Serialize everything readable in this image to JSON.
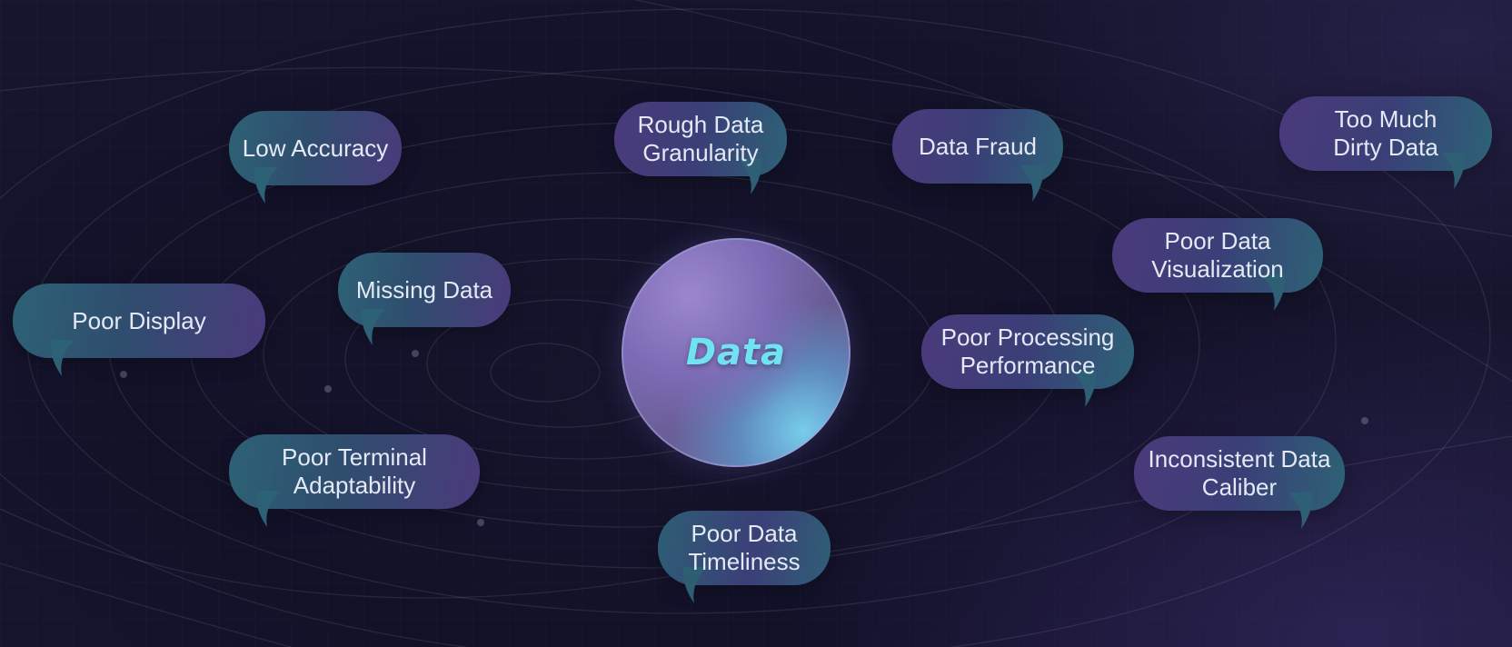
{
  "center": {
    "label": "Data"
  },
  "bubbles": [
    {
      "id": "low-accuracy",
      "label": "Low Accuracy"
    },
    {
      "id": "rough-data-granularity",
      "label": "Rough Data\nGranularity"
    },
    {
      "id": "data-fraud",
      "label": "Data Fraud"
    },
    {
      "id": "too-much-dirty-data",
      "label": "Too Much\nDirty Data"
    },
    {
      "id": "poor-data-visualization",
      "label": "Poor Data\nVisualization"
    },
    {
      "id": "poor-display",
      "label": "Poor Display"
    },
    {
      "id": "missing-data",
      "label": "Missing Data"
    },
    {
      "id": "poor-processing-performance",
      "label": "Poor Processing\nPerformance"
    },
    {
      "id": "poor-terminal-adaptability",
      "label": "Poor Terminal\nAdaptability"
    },
    {
      "id": "inconsistent-data-caliber",
      "label": "Inconsistent Data\nCaliber"
    },
    {
      "id": "poor-data-timeliness",
      "label": "Poor Data\nTimeliness"
    }
  ],
  "colors": {
    "background": "#13122a",
    "bubble_teal": "#2d6276",
    "bubble_purple": "#4b3a7c",
    "center_text": "#6fe3f2",
    "label_text": "#e4e9f5"
  }
}
